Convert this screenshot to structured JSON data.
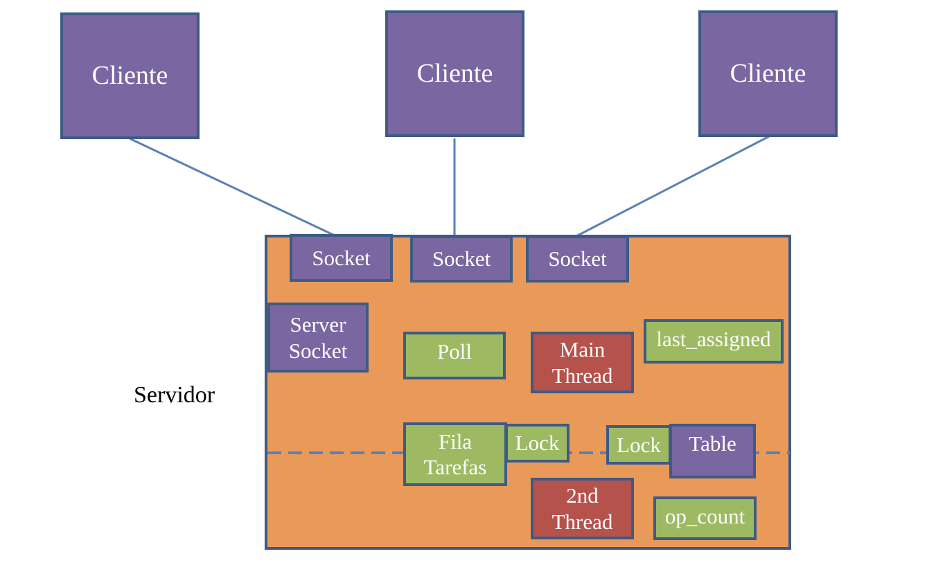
{
  "colors": {
    "border": "#3e5a85",
    "line": "#5b80b6",
    "client_fill": "#7a66a0",
    "socket_fill": "#7a66a0",
    "green_fill": "#9dba63",
    "thread_fill": "#b6524c",
    "server_fill": "#ea9a58"
  },
  "clients": [
    {
      "label": "Cliente"
    },
    {
      "label": "Cliente"
    },
    {
      "label": "Cliente"
    }
  ],
  "server": {
    "label": "Servidor",
    "sockets": [
      {
        "label": "Socket"
      },
      {
        "label": "Socket"
      },
      {
        "label": "Socket"
      }
    ],
    "server_socket": {
      "line1": "Server",
      "line2": "Socket"
    },
    "poll": "Poll",
    "main_thread": {
      "line1": "Main",
      "line2": "Thread"
    },
    "last_assigned": "last_assigned",
    "fila_tarefas": {
      "line1": "Fila",
      "line2": "Tarefas"
    },
    "lock_left": "Lock",
    "lock_right": "Lock",
    "table": "Table",
    "second_thread": {
      "line1": "2nd",
      "line2": "Thread"
    },
    "op_count": "op_count"
  }
}
